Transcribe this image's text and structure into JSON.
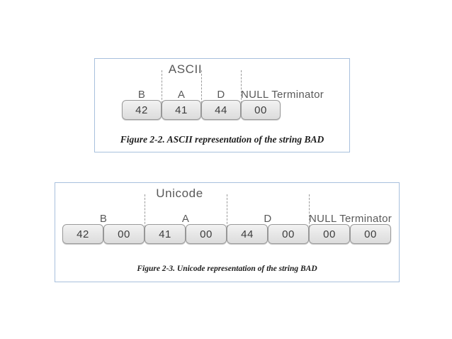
{
  "page": {
    "background_color": "#ffffff",
    "panel_border_color": "#a8c0dd",
    "byte_box_fill": "#e6e6e6",
    "byte_box_border": "#9a9a9a",
    "text_color": "#595959",
    "separator_color": "#9b9b9b"
  },
  "figures": [
    {
      "id": "ascii",
      "encoding_title": "ASCII",
      "caption": "Figure 2-2. ASCII representation of the string BAD",
      "caption_label": "Figure 2-2.",
      "caption_text": "ASCII representation of the string",
      "caption_string": "BAD",
      "bytes": [
        "42",
        "41",
        "44",
        "00"
      ],
      "groups": [
        {
          "label": "B",
          "span": 1
        },
        {
          "label": "A",
          "span": 1
        },
        {
          "label": "D",
          "span": 1
        },
        {
          "label": "NULL Terminator",
          "span": 1
        }
      ],
      "separators_after_box": [
        1,
        2,
        3
      ],
      "bytes_per_character": 1
    },
    {
      "id": "unicode",
      "encoding_title": "Unicode",
      "caption": "Figure 2-3. Unicode representation of the string BAD",
      "caption_label": "Figure 2-3.",
      "caption_text": "Unicode representation of the string",
      "caption_string": "BAD",
      "bytes": [
        "42",
        "00",
        "41",
        "00",
        "44",
        "00",
        "00",
        "00"
      ],
      "groups": [
        {
          "label": "B",
          "span": 2
        },
        {
          "label": "A",
          "span": 2
        },
        {
          "label": "D",
          "span": 2
        },
        {
          "label": "NULL Terminator",
          "span": 2
        }
      ],
      "separators_after_box": [
        2,
        4,
        6
      ],
      "bytes_per_character": 2
    }
  ]
}
